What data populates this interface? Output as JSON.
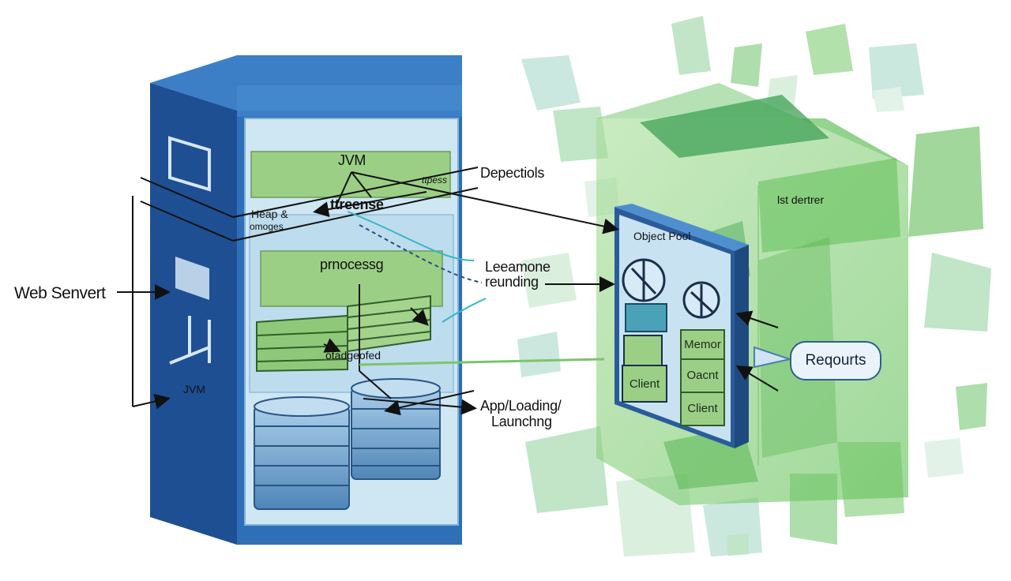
{
  "labels": {
    "web_server": "Web Senvert",
    "jvm_top": "JVM",
    "jvm_side": "JVM",
    "heap": "Heap &",
    "omoges": "omoges",
    "ttreense": "ttreense",
    "ttpess": "ttpess",
    "dependencies": "Depectiols",
    "processing": "prnocessg",
    "learning_line1": "Leeamone",
    "learning_line2": "reunding",
    "orchestrated": "otadgeofed",
    "app_loading_line1": "App/Loading/",
    "app_loading_line2": "Launchng",
    "object_pool": "Object Pool",
    "memory": "Memor",
    "client_left": "Client",
    "oacnt": "Oacnt",
    "client_right": "Client",
    "requests": "Reqourts",
    "container": "lst dertrer"
  },
  "colors": {
    "server_front": "#2f6fb8",
    "server_side": "#1f4f93",
    "panel_bg": "#cfe6f3",
    "green_bar": "#9ccf86",
    "glass_green": "#76c96a",
    "pool_blue": "#3f7fc0"
  }
}
